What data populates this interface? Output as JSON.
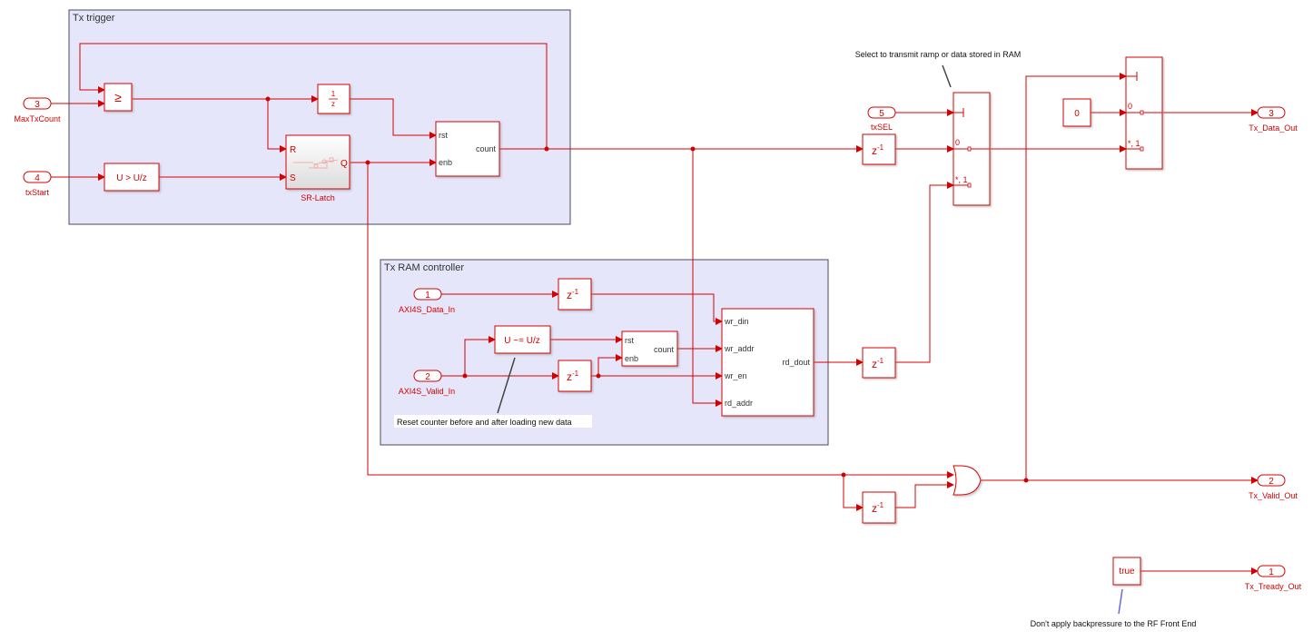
{
  "areas": {
    "tx_trigger": "Tx trigger",
    "tx_ram": "Tx RAM controller"
  },
  "inports": [
    {
      "num": "3",
      "name": "MaxTxCount"
    },
    {
      "num": "4",
      "name": "txStart"
    },
    {
      "num": "5",
      "name": "txSEL"
    },
    {
      "num": "1",
      "name": "AXI4S_Data_In"
    },
    {
      "num": "2",
      "name": "AXI4S_Valid_In"
    }
  ],
  "outports": [
    {
      "num": "3",
      "name": "Tx_Data_Out"
    },
    {
      "num": "2",
      "name": "Tx_Valid_Out"
    },
    {
      "num": "1",
      "name": "Tx_Tready_Out"
    }
  ],
  "blocks": {
    "compare": "≥",
    "unit_delay_num": "1",
    "unit_delay_den": "z",
    "rising_edge": "U > U/z",
    "sr_latch": {
      "label": "SR-Latch",
      "R": "R",
      "S": "S",
      "Q": "Q"
    },
    "counter1": {
      "rst": "rst",
      "enb": "enb",
      "count": "count"
    },
    "counter2": {
      "rst": "rst",
      "enb": "enb",
      "count": "count"
    },
    "change_detect": "U ~= U/z",
    "delay": "z",
    "delay_exp": "-1",
    "ram": {
      "wr_din": "wr_din",
      "wr_addr": "wr_addr",
      "wr_en": "wr_en",
      "rd_addr": "rd_addr",
      "rd_dout": "rd_dout"
    },
    "switch_ports": {
      "p0": "0",
      "p1": "*, 1"
    },
    "const_zero": "0",
    "const_true": "true"
  },
  "annotations": {
    "select": "Select to transmit ramp or data stored in RAM",
    "reset": "Reset counter before and after loading new data",
    "backpressure": "Don't apply backpressure to the RF Front End"
  }
}
